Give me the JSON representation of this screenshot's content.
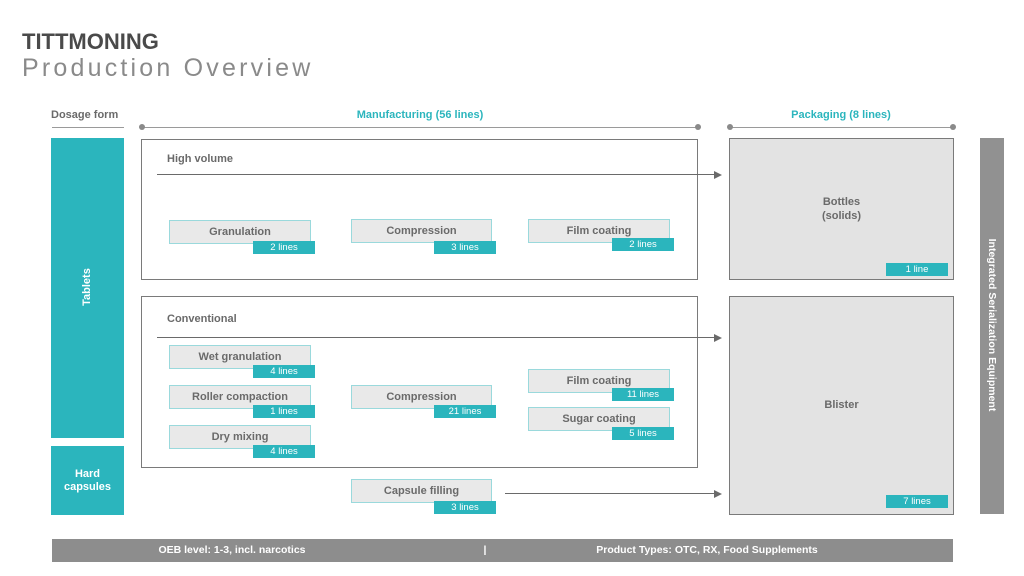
{
  "title": "TITTMONING",
  "subtitle": "Production Overview",
  "headers": {
    "dosage_form": "Dosage form",
    "manufacturing": "Manufacturing (56 lines)",
    "packaging": "Packaging (8 lines)"
  },
  "dosage_forms": {
    "tablets": "Tablets",
    "hard_capsules": "Hard\ncapsules"
  },
  "groups": {
    "high_volume": "High volume",
    "conventional": "Conventional"
  },
  "processes": {
    "hv_granulation": {
      "label": "Granulation",
      "lines": "2 lines"
    },
    "hv_compression": {
      "label": "Compression",
      "lines": "3 lines"
    },
    "hv_film_coating": {
      "label": "Film coating",
      "lines": "2 lines"
    },
    "cv_wet_granulation": {
      "label": "Wet granulation",
      "lines": "4 lines"
    },
    "cv_roller_compaction": {
      "label": "Roller compaction",
      "lines": "1 lines"
    },
    "cv_dry_mixing": {
      "label": "Dry mixing",
      "lines": "4 lines"
    },
    "cv_compression": {
      "label": "Compression",
      "lines": "21 lines"
    },
    "cv_film_coating": {
      "label": "Film coating",
      "lines": "11 lines"
    },
    "cv_sugar_coating": {
      "label": "Sugar coating",
      "lines": "5 lines"
    },
    "capsule_filling": {
      "label": "Capsule filling",
      "lines": "3 lines"
    }
  },
  "packaging": {
    "bottles": {
      "label": "Bottles\n(solids)",
      "lines": "1 line"
    },
    "blister": {
      "label": "Blister",
      "lines": "7 lines"
    }
  },
  "side_bar": "Integrated Serialization Equipment",
  "footer": {
    "oeb": "OEB level: 1-3, incl. narcotics",
    "separator": "|",
    "product_types": "Product Types: OTC, RX, Food Supplements"
  },
  "colors": {
    "teal": "#2bb5bd",
    "gray": "#8d8d8d"
  }
}
